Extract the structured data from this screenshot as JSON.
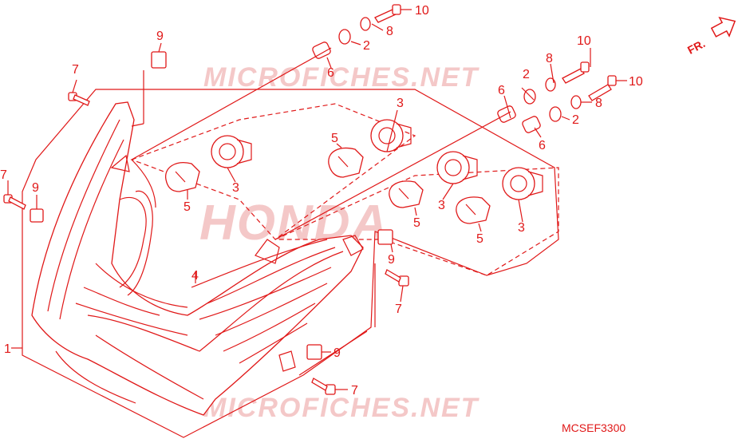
{
  "diagram": {
    "code": "MCSEF3300",
    "front_marker": "FR.",
    "watermarks": {
      "top": "MICROFICHES.NET",
      "middle": "HONDA",
      "bottom": "MICROFICHES.NET"
    },
    "callouts": {
      "c1": "1",
      "c2a": "2",
      "c2b": "2",
      "c2c": "2",
      "c3a": "3",
      "c3b": "3",
      "c3c": "3",
      "c3d": "3",
      "c4": "4",
      "c5a": "5",
      "c5b": "5",
      "c5c": "5",
      "c5d": "5",
      "c6a": "6",
      "c6b": "6",
      "c6c": "6",
      "c7a": "7",
      "c7b": "7",
      "c7c": "7",
      "c7d": "7",
      "c8a": "8",
      "c8b": "8",
      "c8c": "8",
      "c9a": "9",
      "c9b": "9",
      "c9c": "9",
      "c9d": "9",
      "c10a": "10",
      "c10b": "10",
      "c10c": "10"
    },
    "colors": {
      "line": "#e01818",
      "watermark": "#f4c8c8"
    }
  }
}
